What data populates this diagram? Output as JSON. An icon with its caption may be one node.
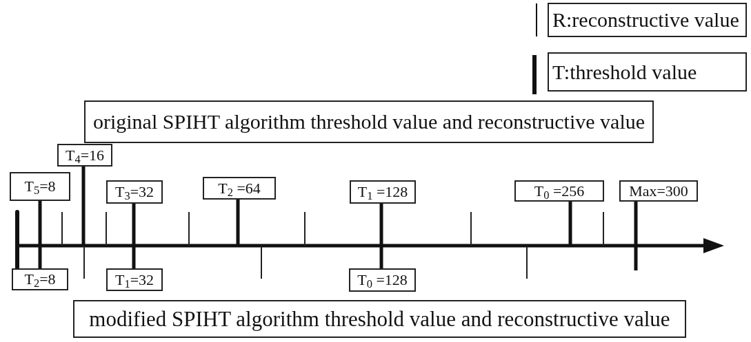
{
  "diagram": {
    "nodes": [
      {
        "text": [
          "original SPIHT algorithm threshold value and reconstructive value"
        ]
      },
      {
        "text": [
          "T$_{4}$=16"
        ]
      },
      {
        "text": [
          "T$_{5}$=8"
        ]
      },
      {
        "text": [
          "T$_{3}$=32"
        ]
      },
      {
        "text": [
          "T$_{2}$ =64"
        ]
      },
      {
        "text": [
          "T$_{1}$ =128"
        ]
      },
      {
        "text": [
          "T$_{0}$ =256"
        ]
      },
      {
        "text": [
          "Max=300"
        ]
      },
      {
        "text": [
          "T$_{2}$=8"
        ]
      },
      {
        "text": [
          "T$_{1}$=32"
        ]
      },
      {
        "text": [
          "T$_{0}$ =128"
        ]
      },
      {
        "text": [
          "modified SPIHT algorithm threshold value and reconstructive value"
        ]
      }
    ],
    "edges": [
      {
        "from": 1,
        "to": null,
        "arrow": "none"
      },
      {
        "from": 2,
        "to": 8,
        "arrow": "none"
      },
      {
        "from": 3,
        "to": 9,
        "arrow": "none"
      },
      {
        "from": 4,
        "to": null,
        "arrow": "none"
      },
      {
        "from": 5,
        "to": 10,
        "arrow": "none"
      },
      {
        "from": 6,
        "to": null,
        "arrow": "none"
      },
      {
        "from": 7,
        "to": null,
        "arrow": "none"
      }
    ],
    "legend": [
      {
        "text": "R:reconstructive value"
      },
      {
        "text": "T:threshold value"
      }
    ]
  }
}
